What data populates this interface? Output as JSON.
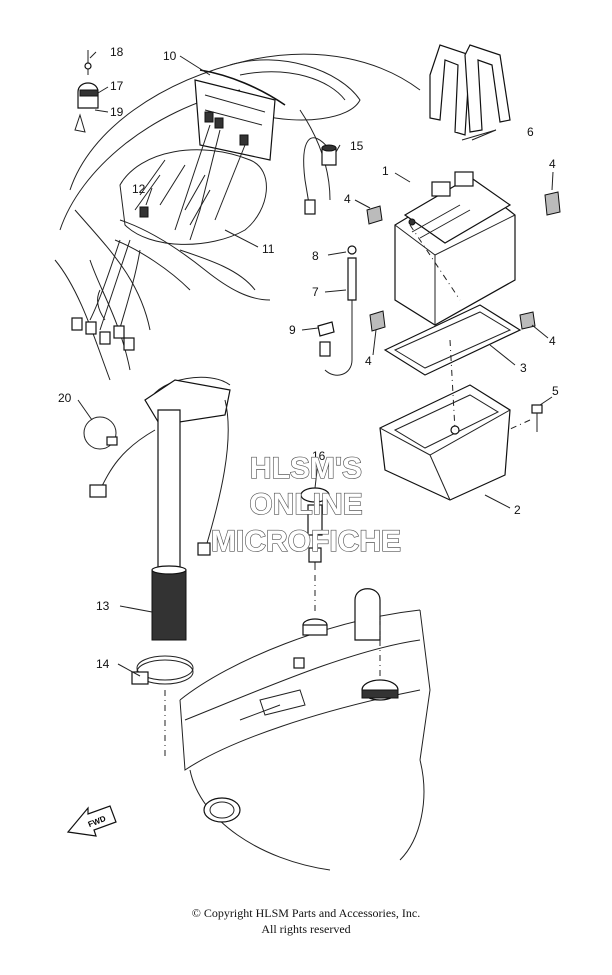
{
  "callouts": {
    "c1": "1",
    "c2": "2",
    "c3": "3",
    "c4a": "4",
    "c4b": "4",
    "c4c": "4",
    "c4d": "4",
    "c5": "5",
    "c6": "6",
    "c7": "7",
    "c8": "8",
    "c9": "9",
    "c10": "10",
    "c11": "11",
    "c12": "12",
    "c13": "13",
    "c14": "14",
    "c15": "15",
    "c16": "16",
    "c17": "17",
    "c18": "18",
    "c19": "19",
    "c20": "20"
  },
  "watermark": {
    "line1": "HLSM'S",
    "line2": "ONLINE",
    "line3": "MICROFICHE"
  },
  "fwd_label": "FWD",
  "copyright": {
    "line1": "© Copyright HLSM Parts and Accessories, Inc.",
    "line2": "All rights reserved"
  }
}
